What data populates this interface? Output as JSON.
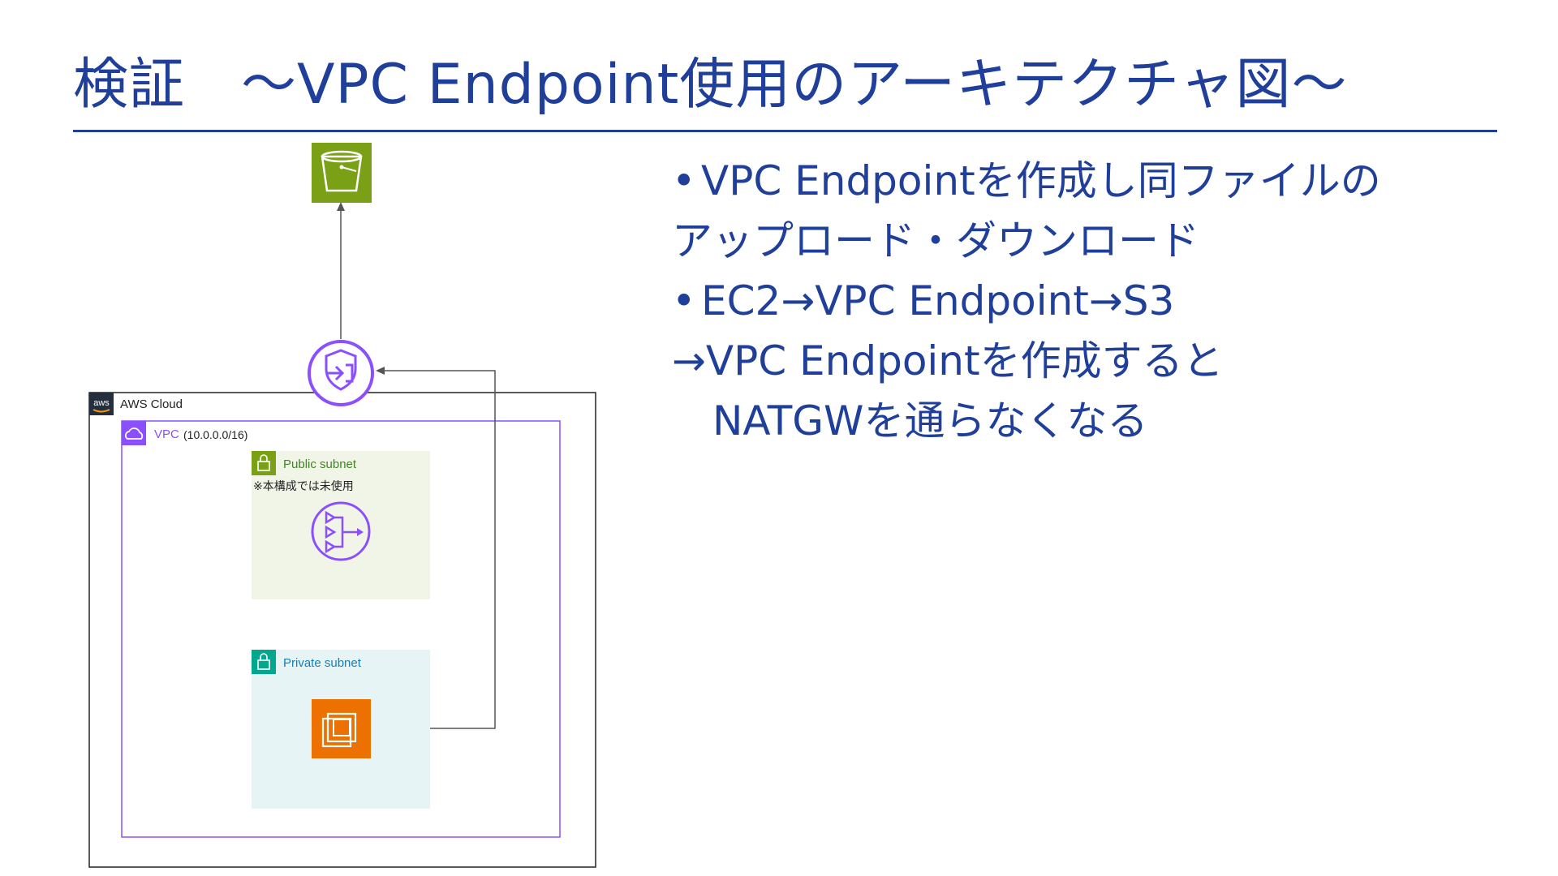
{
  "title": "検証　〜VPC Endpoint使用のアーキテクチャ図〜",
  "bullets": {
    "line1": "VPC Endpointを作成し同ファイルの",
    "line2": "アップロード・ダウンロード",
    "line3": "EC2→VPC Endpoint→S3",
    "line4": "→VPC Endpointを作成すると",
    "line5": "NATGWを通らなくなる"
  },
  "diagram": {
    "aws_cloud_label": "AWS Cloud",
    "aws_logo_text": "aws",
    "vpc_label": "VPC",
    "vpc_cidr": "(10.0.0.0/16)",
    "public_subnet_label": "Public subnet",
    "public_subnet_note": "※本構成では未使用",
    "private_subnet_label": "Private subnet"
  },
  "colors": {
    "title": "#1f3f9a",
    "s3": "#6c9a2e",
    "endpoint": "#8c4fff",
    "public_subnet_bg": "#f1f5e8",
    "public_subnet_text": "#3f8624",
    "private_subnet_bg": "#e6f4f5",
    "private_subnet_text": "#147eba",
    "ec2": "#ed7100",
    "vpc_border": "#8c4fff"
  }
}
